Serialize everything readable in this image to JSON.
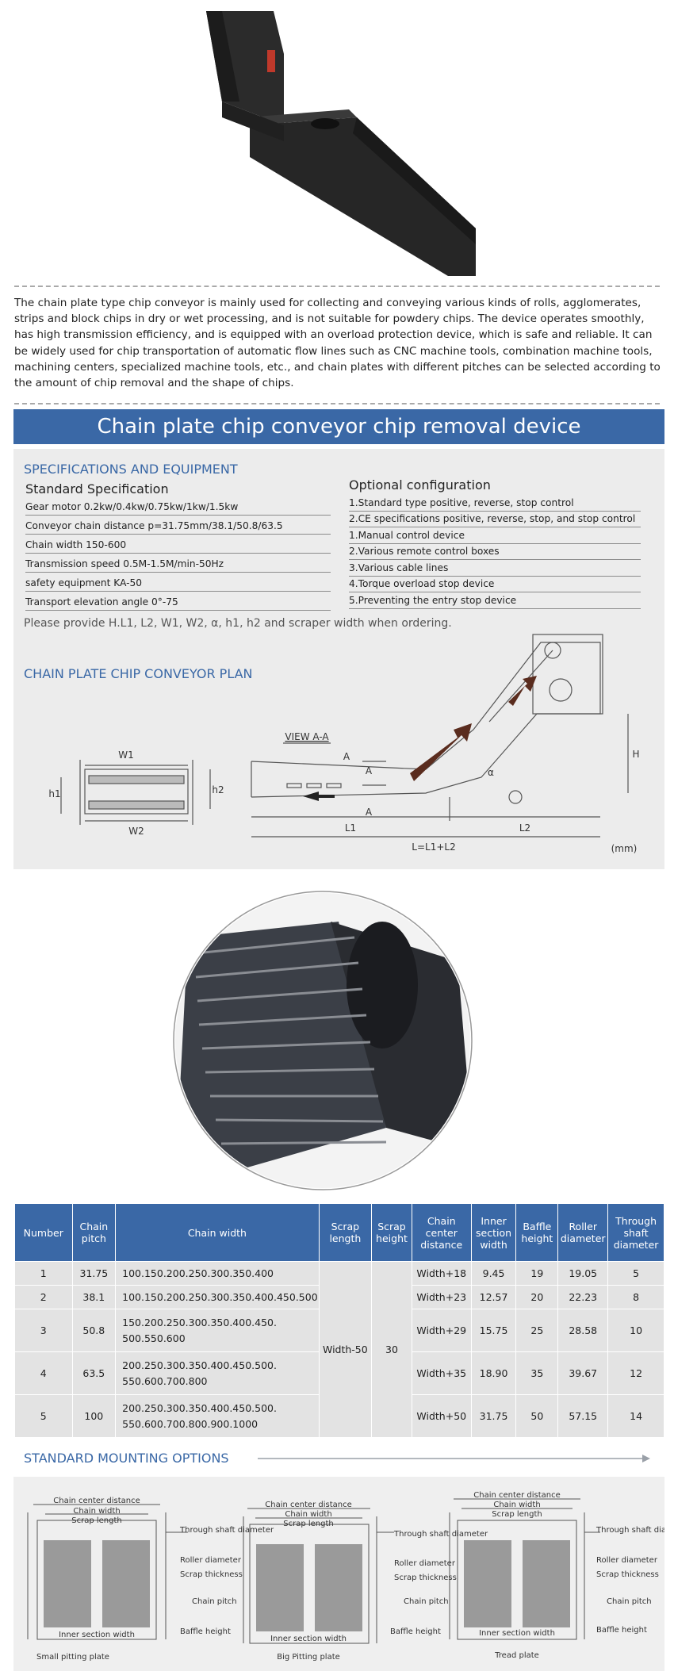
{
  "intro": "The chain plate type chip conveyor is mainly used for collecting and conveying various kinds of rolls, agglomerates, strips and block chips in dry or wet processing, and is not suitable for powdery chips. The device operates smoothly, has high transmission efficiency, and is equipped with an overload protection device, which is safe and reliable. It can be widely used for chip transportation of automatic flow lines such as CNC machine tools, combination machine tools, machining centers, specialized machine tools, etc., and chain plates with different pitches can be selected according to the amount of chip removal and the shape of chips.",
  "banner": "Chain plate chip conveyor chip removal device",
  "specs": {
    "heading": "SPECIFICATIONS AND EQUIPMENT",
    "standard_title": "Standard Specification",
    "standard": [
      "Gear motor  0.2kw/0.4kw/0.75kw/1kw/1.5kw",
      "Conveyor chain distance  p=31.75mm/38.1/50.8/63.5",
      " Chain width 150-600",
      "Transmission speed 0.5M-1.5M/min-50Hz",
      "safety equipment KA-50",
      "Transport elevation angle 0°-75"
    ],
    "optional_title": "Optional configuration",
    "optional": [
      "1.Standard type positive, reverse, stop control",
      "2.CE specifications positive, reverse, stop, and stop control",
      "1.Manual control device",
      "2.Various remote control boxes",
      "3.Various cable lines",
      "4.Torque overload stop device",
      "5.Preventing the entry stop device"
    ],
    "note": "Please provide H.L1, L2, W1, W2, α, h1, h2 and scraper width when ordering."
  },
  "plan": {
    "heading": "CHAIN PLATE CHIP CONVEYOR PLAN",
    "w1": "W1",
    "w2": "W2",
    "h1": "h1",
    "h2": "h2",
    "view": "VIEW A-A",
    "a": "A",
    "alpha": "α",
    "l1": "L1",
    "l2": "L2",
    "h": "H",
    "l_sum": "L=L1+L2",
    "unit": "(mm)"
  },
  "table": {
    "headers": [
      "Number",
      "Chain pitch",
      "Chain width",
      "Scrap length",
      "Scrap height",
      "Chain center distance",
      "Inner section width",
      "Baffle height",
      "Roller diameter",
      "Through shaft diameter"
    ],
    "scrap_length": "Width-50",
    "scrap_height": "30",
    "rows": [
      {
        "n": "1",
        "pitch": "31.75",
        "width": "100.150.200.250.300.350.400",
        "center": "Width+18",
        "inner": "9.45",
        "baffle": "19",
        "roller": "19.05",
        "shaft": "5"
      },
      {
        "n": "2",
        "pitch": "38.1",
        "width": "100.150.200.250.300.350.400.450.500",
        "center": "Width+23",
        "inner": "12.57",
        "baffle": "20",
        "roller": "22.23",
        "shaft": "8"
      },
      {
        "n": "3",
        "pitch": "50.8",
        "width": "150.200.250.300.350.400.450. 500.550.600",
        "center": "Width+29",
        "inner": "15.75",
        "baffle": "25",
        "roller": "28.58",
        "shaft": "10"
      },
      {
        "n": "4",
        "pitch": "63.5",
        "width": "200.250.300.350.400.450.500. 550.600.700.800",
        "center": "Width+35",
        "inner": "18.90",
        "baffle": "35",
        "roller": "39.67",
        "shaft": "12"
      },
      {
        "n": "5",
        "pitch": "100",
        "width": "200.250.300.350.400.450.500. 550.600.700.800.900.1000",
        "center": "Width+50",
        "inner": "31.75",
        "baffle": "50",
        "roller": "57.15",
        "shaft": "14"
      }
    ]
  },
  "mounting": {
    "heading": "STANDARD MOUNTING OPTIONS",
    "chain_center": "Chain center distance",
    "chain_width": "Chain width",
    "scrap_length": "Scrap length",
    "shaft": "Through shaft diameter",
    "roller": "Roller diameter",
    "scrap_thick": "Scrap thickness",
    "pitch": "Chain pitch",
    "inner": "Inner section width",
    "baffle": "Baffle height",
    "captions": [
      "Small pitting plate",
      "Big Pitting plate",
      "Tread plate"
    ]
  }
}
